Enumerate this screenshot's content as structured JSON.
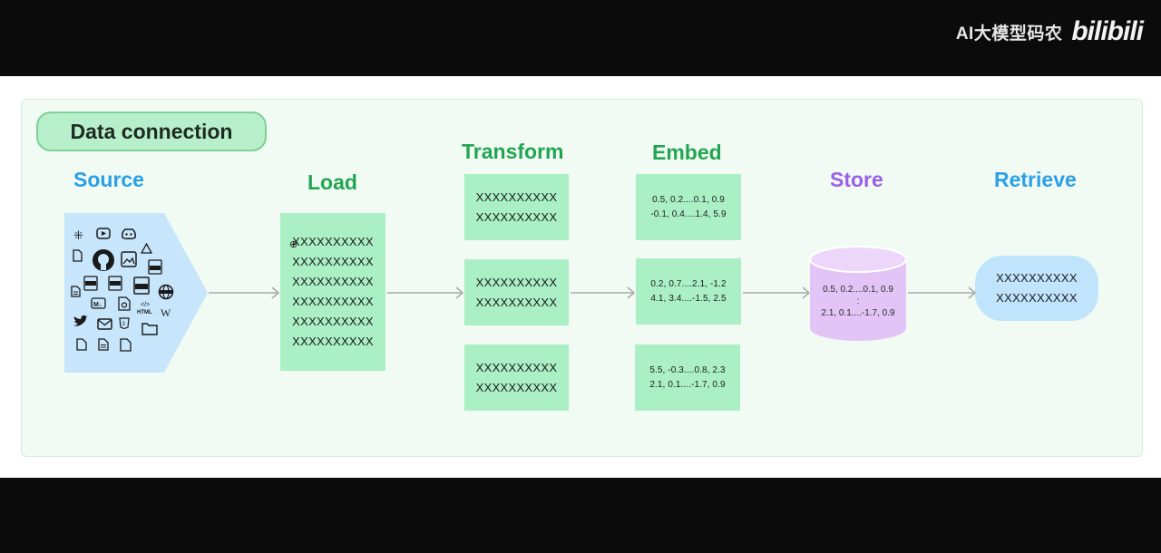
{
  "watermark": {
    "text": "AI大模型码农",
    "logo": "bilibili"
  },
  "diagram": {
    "title": "Data connection",
    "stages": {
      "source": "Source",
      "load": "Load",
      "transform": "Transform",
      "embed": "Embed",
      "store": "Store",
      "retrieve": "Retrieve"
    },
    "load_lines": [
      "XXXXXXXXXX",
      "XXXXXXXXXX",
      "XXXXXXXXXX",
      "XXXXXXXXXX",
      "XXXXXXXXXX",
      "XXXXXXXXXX"
    ],
    "transform_chunks": [
      [
        "XXXXXXXXXX",
        "XXXXXXXXXX"
      ],
      [
        "XXXXXXXXXX",
        "XXXXXXXXXX"
      ],
      [
        "XXXXXXXXXX",
        "XXXXXXXXXX"
      ]
    ],
    "embed_vectors": [
      [
        "0.5, 0.2....0.1, 0.9",
        "-0.1, 0.4....1.4, 5.9"
      ],
      [
        "0.2, 0.7....2.1, -1.2",
        "4.1, 3.4....-1.5, 2.5"
      ],
      [
        "5.5, -0.3....0.8, 2.3",
        "2.1, 0.1....-1.7, 0.9"
      ]
    ],
    "store_vectors": [
      "0.5, 0.2....0.1, 0.9",
      ":",
      "2.1, 0.1....-1.7, 0.9"
    ],
    "retrieve_lines": [
      "XXXXXXXXXX",
      "XXXXXXXXXX"
    ],
    "source_icons": [
      "slack-icon",
      "youtube-icon",
      "discord-icon",
      "file-icon",
      "github-icon",
      "image-icon",
      "drive-icon",
      "csv-icon",
      "doc-icon",
      "pdf-icon",
      "xls-icon",
      "ppt-icon",
      "txt-icon",
      "web-icon",
      "markdown-icon",
      "code-icon",
      "html-icon",
      "wikipedia-icon",
      "twitter-icon",
      "mail-icon",
      "css-icon",
      "folder-icon",
      "file-icon",
      "text-file-icon",
      "file-icon"
    ],
    "colors": {
      "green_box": "#aaf0c4",
      "source_blue": "#c7e6fb",
      "store_purple": "#e2c4f7",
      "retrieve_blue": "#bfe4fb"
    }
  }
}
